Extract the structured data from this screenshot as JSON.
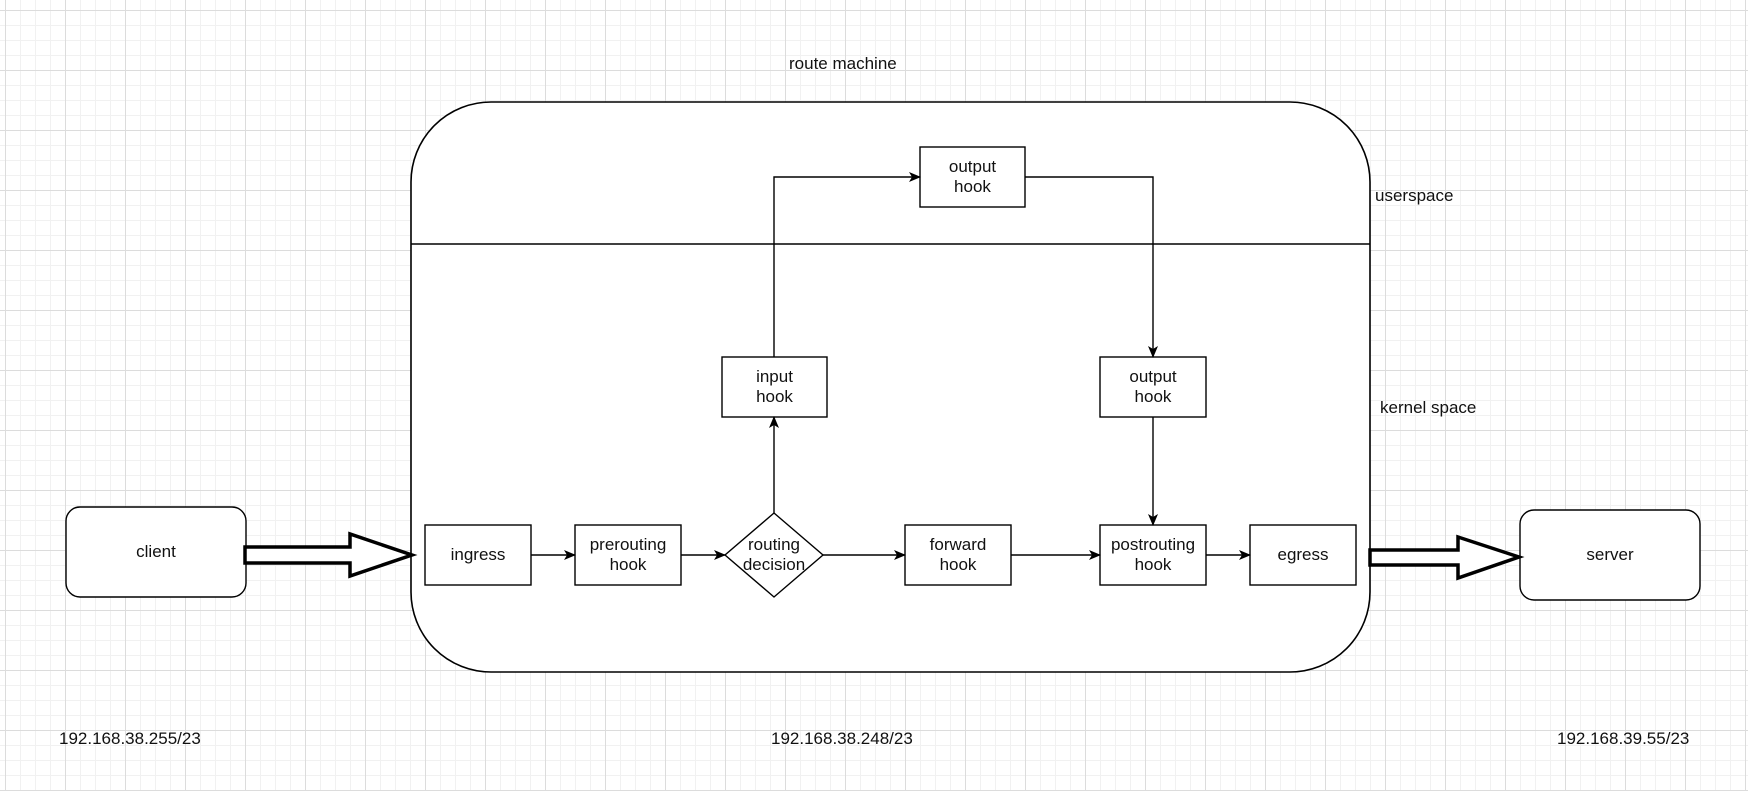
{
  "diagram": {
    "title": "route machine",
    "zones": {
      "userspace": "userspace",
      "kernel": "kernel space"
    },
    "nodes": {
      "client": "client",
      "server": "server",
      "ingress": "ingress",
      "prerouting": "prerouting\nhook",
      "routing_decision": "routing\ndecision",
      "forward": "forward\nhook",
      "postrouting": "postrouting\nhook",
      "egress": "egress",
      "input": "input\nhook",
      "output_kernel": "output\nhook",
      "output_user": "output\nhook"
    },
    "addresses": {
      "client": "192.168.38.255/23",
      "router": "192.168.38.248/23",
      "server": "192.168.39.55/23"
    },
    "edges": [
      {
        "from": "client",
        "to": "route-machine",
        "style": "block-arrow"
      },
      {
        "from": "ingress",
        "to": "prerouting"
      },
      {
        "from": "prerouting",
        "to": "routing_decision"
      },
      {
        "from": "routing_decision",
        "to": "forward"
      },
      {
        "from": "routing_decision",
        "to": "input"
      },
      {
        "from": "input",
        "to": "output_user"
      },
      {
        "from": "output_user",
        "to": "output_kernel"
      },
      {
        "from": "output_kernel",
        "to": "postrouting"
      },
      {
        "from": "forward",
        "to": "postrouting"
      },
      {
        "from": "postrouting",
        "to": "egress"
      },
      {
        "from": "route-machine",
        "to": "server",
        "style": "block-arrow"
      }
    ]
  }
}
